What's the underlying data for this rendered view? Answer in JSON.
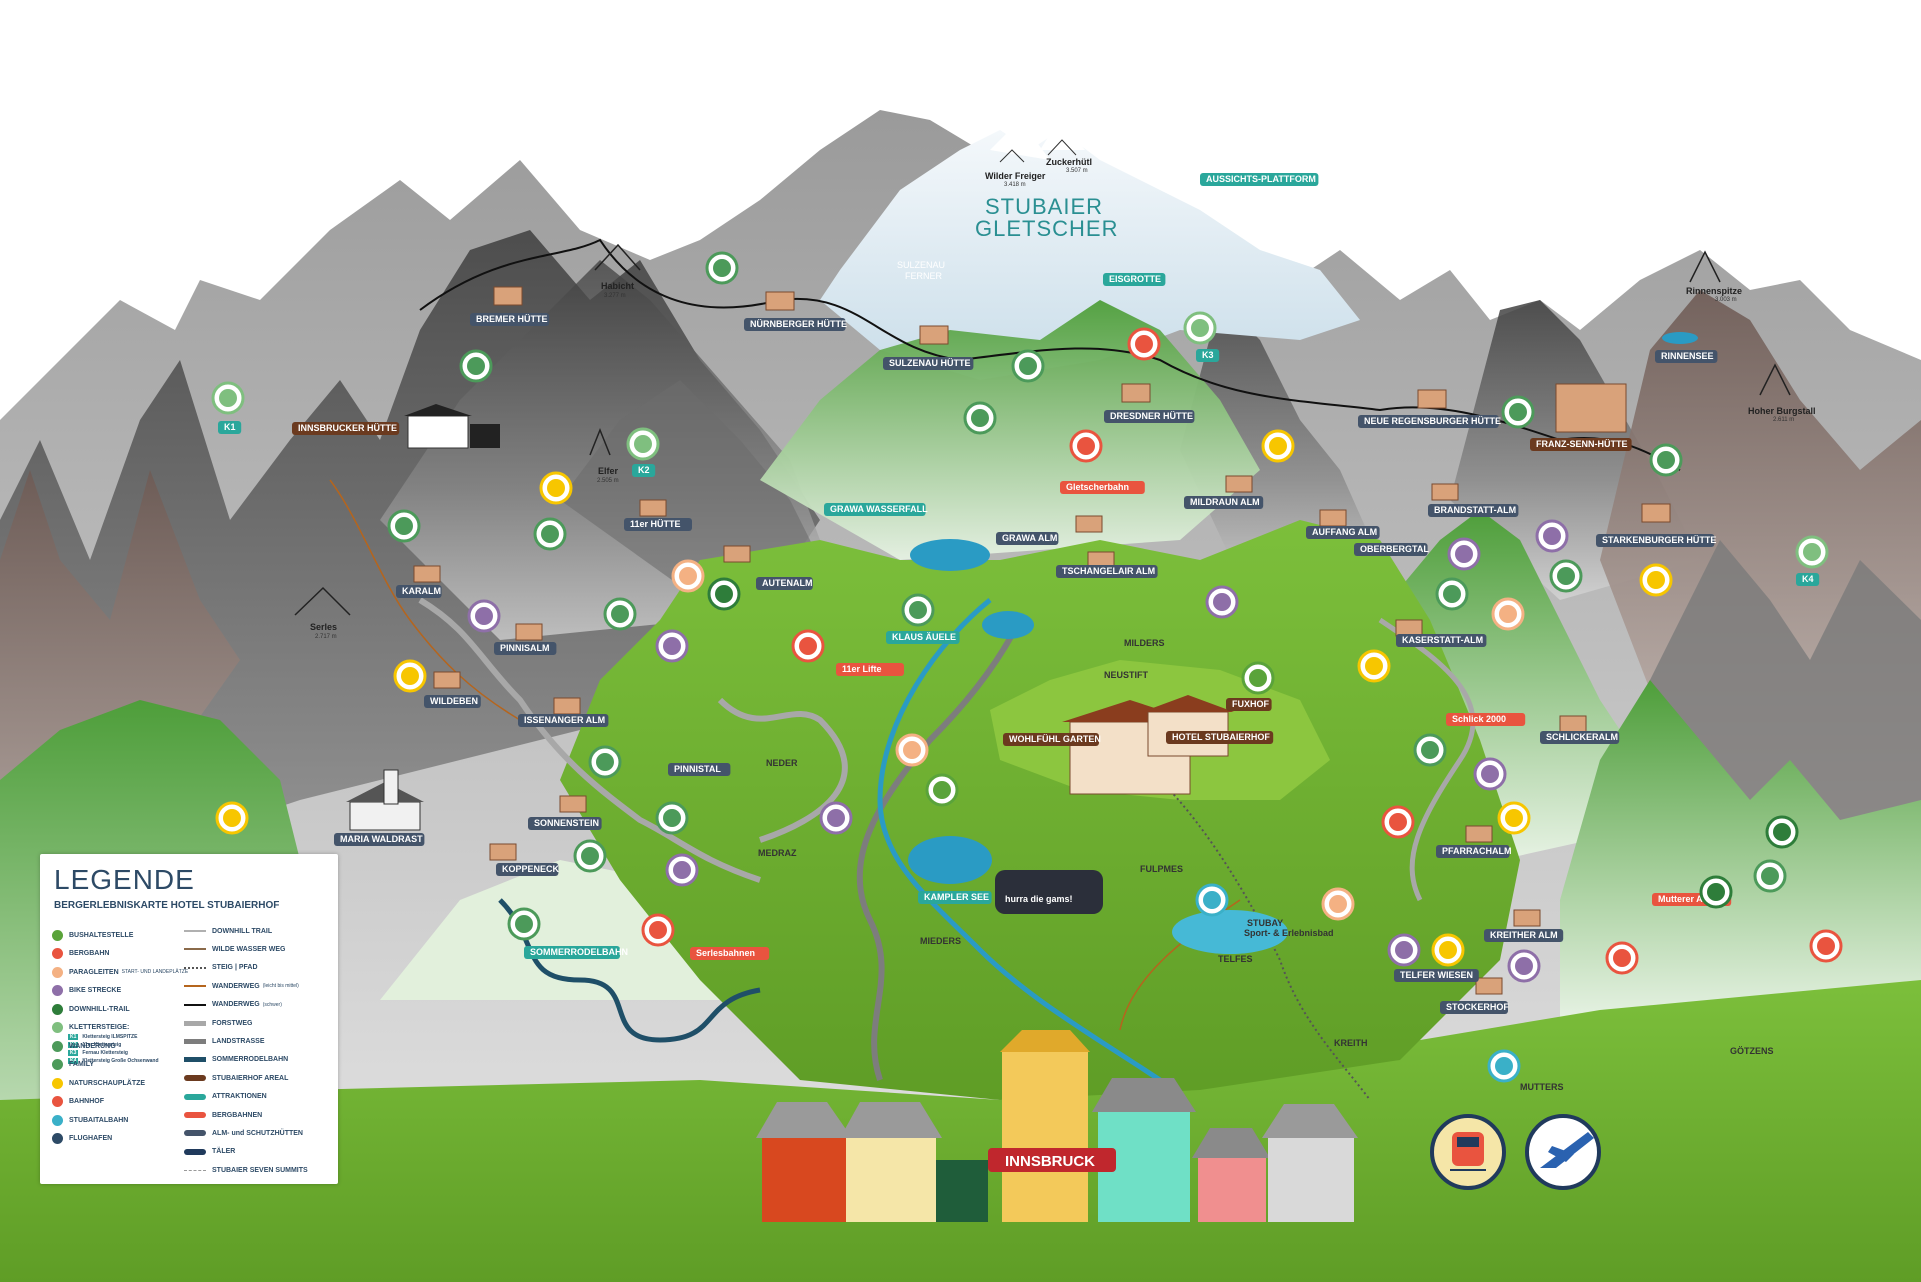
{
  "title": {
    "line1": "STUBAIER",
    "line2": "GLETSCHER"
  },
  "peaks": {
    "wilder_freiger": {
      "name": "Wilder Freiger",
      "height": "3.418 m"
    },
    "zuckerhuetl": {
      "name": "Zuckerhütl",
      "height": "3.507 m"
    },
    "habicht": {
      "name": "Habicht",
      "height": "3.277 m"
    },
    "elfer": {
      "name": "Elfer",
      "height": "2.505 m"
    },
    "serles": {
      "name": "Serles",
      "height": "2.717 m"
    },
    "rinnenspitze": {
      "name": "Rinnenspitze",
      "height": "3.003 m"
    },
    "hoher_burgstall": {
      "name": "Hoher Burgstall",
      "height": "2.611 m"
    }
  },
  "sulzenau_ferner": {
    "line1": "SULZENAU",
    "line2": "FERNER"
  },
  "labels": {
    "aussichts": "AUSSICHTS-PLATTFORM",
    "eisgrotte": "EISGROTTE",
    "bremer": "BREMER HÜTTE",
    "nuernberger": "NÜRNBERGER HÜTTE",
    "sulzenau": "SULZENAU HÜTTE",
    "dresdner": "DRESDNER HÜTTE",
    "neue_regensburger": "NEUE REGENSBURGER HÜTTE",
    "franz_senn": "FRANZ-SENN-HÜTTE",
    "rinnensee": "RINNENSEE",
    "innsbrucker": "INNSBRUCKER HÜTTE",
    "elfer_huette": "11er HÜTTE",
    "grawa_wasserfall": "GRAWA WASSERFALL",
    "grawa_alm": "GRAWA ALM",
    "gletscherbahn": "Gletscherbahn",
    "mildraun": "MILDRAUN ALM",
    "auffang": "AUFFANG ALM",
    "brandstatt": "BRANDSTATT-ALM",
    "oberbergtal": "OBERBERGTAL",
    "starkenburger": "STARKENBURGER HÜTTE",
    "karalm": "KARALM",
    "tschangelair": "TSCHANGELAIR ALM",
    "autenalm": "AUTENALM",
    "pinnisalm": "PINNISALM",
    "klaus_aeuele": "KLAUS ÄUELE",
    "milders": "MILDERS",
    "neustift": "NEUSTIFT",
    "kaserstatt": "KASERSTATT-ALM",
    "elfer_lifte": "11er Lifte",
    "wildeben": "WILDEBEN",
    "issenanger": "ISSENANGER ALM",
    "fuxhof": "FUXHOF",
    "hotel": "HOTEL STUBAIERHOF",
    "wohlfuehl": "WOHLFÜHL GARTEN",
    "schlick": "Schlick 2000",
    "schlickeralm": "SCHLICKERALM",
    "pinnistal": "PINNISTAL",
    "neder": "NEDER",
    "maria_waldrast": "MARIA WALDRAST",
    "sonnenstein": "SONNENSTEIN",
    "pfarrachalm": "PFARRACHALM",
    "koppeneck": "KOPPENECK",
    "medraz": "MEDRAZ",
    "kampler_see": "KAMPLER SEE",
    "fulpmes": "FULPMES",
    "stubay": "STUBAY",
    "stubay_sub": "Sport- & Erlebnisbad",
    "kreither": "KREITHER ALM",
    "sommerrodelbahn": "SOMMERRODELBAHN",
    "serlesbahnen": "Serlesbahnen",
    "mieders": "MIEDERS",
    "telfes": "TELFES",
    "telfer_wiesen": "TELFER WIESEN",
    "stockerhof": "STOCKERHOF",
    "muttereralm": "Mutterer Alm",
    "kreith": "KREITH",
    "goetzens": "GÖTZENS",
    "mutters": "MUTTERS",
    "innsbruck": "INNSBRUCK",
    "bus": "hurra die gams!",
    "k1": "K1",
    "k2": "K2",
    "k3": "K3",
    "k4": "K4"
  },
  "legend": {
    "title": "LEGENDE",
    "subtitle": "BERGERLEBNISKARTE HOTEL STUBAIERHOF",
    "left": [
      {
        "label": "BUSHALTESTELLE",
        "icon": "bus-stop-icon",
        "color": "#5aa33a"
      },
      {
        "label": "BERGBAHN",
        "icon": "cable-car-icon",
        "color": "#e9543f"
      },
      {
        "label": "PARAGLEITEN",
        "sub": "START- UND LANDEPLÄTZE",
        "icon": "paraglider-icon",
        "color": "#f4b183"
      },
      {
        "label": "BIKE STRECKE",
        "icon": "bike-icon",
        "color": "#8e6fa8"
      },
      {
        "label": "DOWNHILL-TRAIL",
        "icon": "downhill-icon",
        "color": "#2e7d3a"
      },
      {
        "label": "KLETTERSTEIGE:",
        "icon": "climbing-icon",
        "color": "#7fbf7f"
      },
      {
        "label": "WANDERUNG",
        "icon": "hiking-icon",
        "color": "#4c9a5a"
      },
      {
        "label": "FAMILY",
        "icon": "family-icon",
        "color": "#4c9a5a"
      },
      {
        "label": "NATURSCHAUPLÄTZE",
        "icon": "sun-icon",
        "color": "#f7c600"
      },
      {
        "label": "BAHNHOF",
        "icon": "train-icon",
        "color": "#e9543f"
      },
      {
        "label": "STUBAITALBAHN",
        "icon": "tram-icon",
        "color": "#3ab0c8"
      },
      {
        "label": "FLUGHAFEN",
        "icon": "plane-icon",
        "color": "#2d4a66"
      }
    ],
    "klettersteige": [
      {
        "code": "K1",
        "label": "Klettersteig ILMSPITZE"
      },
      {
        "code": "K2",
        "label": "11er Klettersteig"
      },
      {
        "code": "K3",
        "label": "Fernau Klettersteig"
      },
      {
        "code": "K4",
        "label": "Klettersteig Große Ochsenwand"
      }
    ],
    "right": [
      {
        "label": "DOWNHILL TRAIL",
        "color": "#b0b0b0",
        "style": "solid"
      },
      {
        "label": "WILDE WASSER WEG",
        "color": "#8a6a4a",
        "style": "solid"
      },
      {
        "label": "STEIG | PFAD",
        "color": "#555555",
        "style": "dotted"
      },
      {
        "label": "WANDERWEG",
        "sub": "(leicht bis mittel)",
        "color": "#b5651d",
        "style": "solid"
      },
      {
        "label": "WANDERWEG",
        "sub": "(schwer)",
        "color": "#111111",
        "style": "solid"
      },
      {
        "label": "FORSTWEG",
        "color": "#a8a8a8",
        "style": "thick"
      },
      {
        "label": "LANDSTRASSE",
        "color": "#7d7d7d",
        "style": "thick"
      },
      {
        "label": "SOMMERRODELBAHN",
        "color": "#1f4f68",
        "style": "thick"
      },
      {
        "label": "STUBAIERHOF AREAL",
        "color": "#6b3a1f",
        "style": "badge"
      },
      {
        "label": "ATTRAKTIONEN",
        "color": "#2aa79b",
        "style": "badge"
      },
      {
        "label": "BERGBAHNEN",
        "color": "#e9543f",
        "style": "badge"
      },
      {
        "label": "ALM- und SCHUTZHÜTTEN",
        "color": "#44546a",
        "style": "badge"
      },
      {
        "label": "TÄLER",
        "color": "#203a5c",
        "style": "badge"
      },
      {
        "label": "STUBAIER SEVEN SUMMITS",
        "color": "#999999",
        "style": "peak"
      }
    ]
  },
  "colors": {
    "meadow": "#6aaa2c",
    "meadow_light": "#8cc63f",
    "mountain_dark": "#5a5a5a",
    "mountain_light": "#bcbcbc",
    "glacier": "#dcebf2",
    "water": "#2a9bc4",
    "label_dark": "#44546a",
    "label_teal": "#2aa79b",
    "label_red": "#e9543f",
    "label_brown": "#6b3a1f"
  }
}
